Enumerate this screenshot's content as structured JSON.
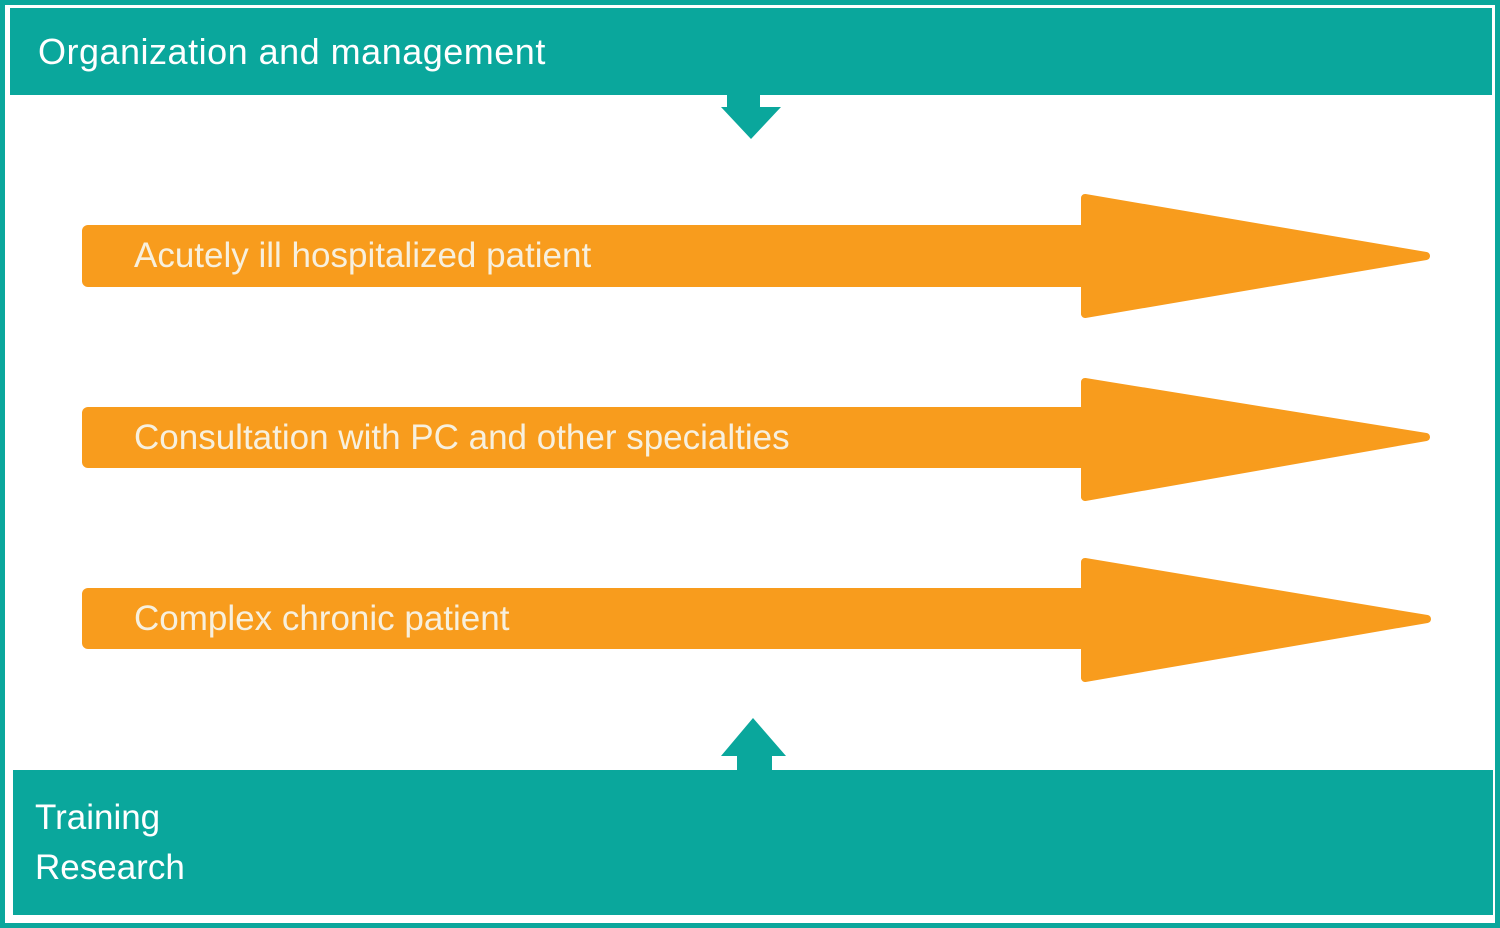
{
  "header": {
    "title": "Organization and management"
  },
  "arrows": [
    {
      "label": "Acutely ill hospitalized patient"
    },
    {
      "label": "Consultation with PC and other specialties"
    },
    {
      "label": "Complex chronic patient"
    }
  ],
  "footer": {
    "line1": "Training",
    "line2": "Research"
  },
  "colors": {
    "teal": "#0aa79c",
    "orange": "#f89c1d",
    "background": "#ffffff",
    "teal_bar_text": "#ffffff",
    "orange_bar_text": "#f7f0de"
  },
  "icons": {
    "down_connector": "arrow-down",
    "up_connector": "arrow-up"
  }
}
